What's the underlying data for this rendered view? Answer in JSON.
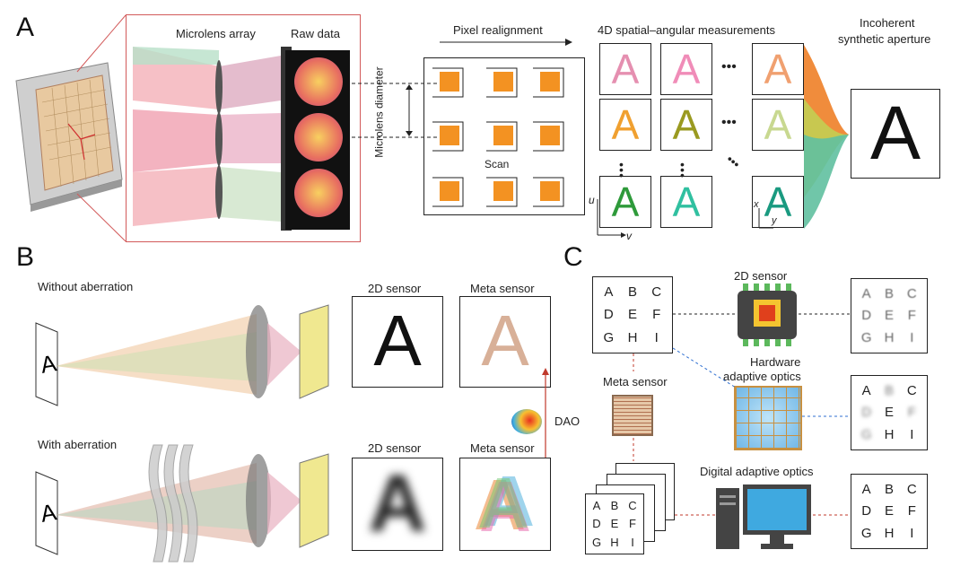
{
  "panelA": {
    "letter": "A",
    "microlens_label": "Microlens array",
    "rawdata_label": "Raw data",
    "microlens_diameter_label": "Microlens diameter",
    "pixel_realignment_label": "Pixel realignment",
    "scan_label": "Scan",
    "measurements_label": "4D spatial–angular measurements",
    "synthetic_label_1": "Incoherent",
    "synthetic_label_2": "synthetic aperture",
    "tile_glyph": "A",
    "dots": "•••",
    "axis_u": "u",
    "axis_v": "v",
    "axis_x": "x",
    "axis_y": "y",
    "tile_colors": [
      "#e58fb0",
      "#f08cb8",
      "#f0a070",
      "#f0a030",
      "#9a9a20",
      "#c8d890",
      "#2e9a3a",
      "#30c0a0",
      "#1a9a80"
    ],
    "fan_colors": [
      "#f08c3c",
      "#c8c850",
      "#60c0a0"
    ]
  },
  "panelB": {
    "letter": "B",
    "without_label": "Without aberration",
    "with_label": "With aberration",
    "sensor2d_label": "2D sensor",
    "meta_label": "Meta sensor",
    "dao_label": "DAO",
    "glyph": "A"
  },
  "panelC": {
    "letter": "C",
    "sensor2d_label": "2D sensor",
    "hardware_label_1": "Hardware",
    "hardware_label_2": "adaptive optics",
    "meta_label": "Meta sensor",
    "digital_label": "Digital adaptive optics",
    "letters": [
      "A",
      "B",
      "C",
      "D",
      "E",
      "F",
      "G",
      "H",
      "I"
    ]
  },
  "colors": {
    "accent_red": "#c0392b",
    "accent_blue": "#2f6fd1",
    "orange_square": "#f39222"
  }
}
